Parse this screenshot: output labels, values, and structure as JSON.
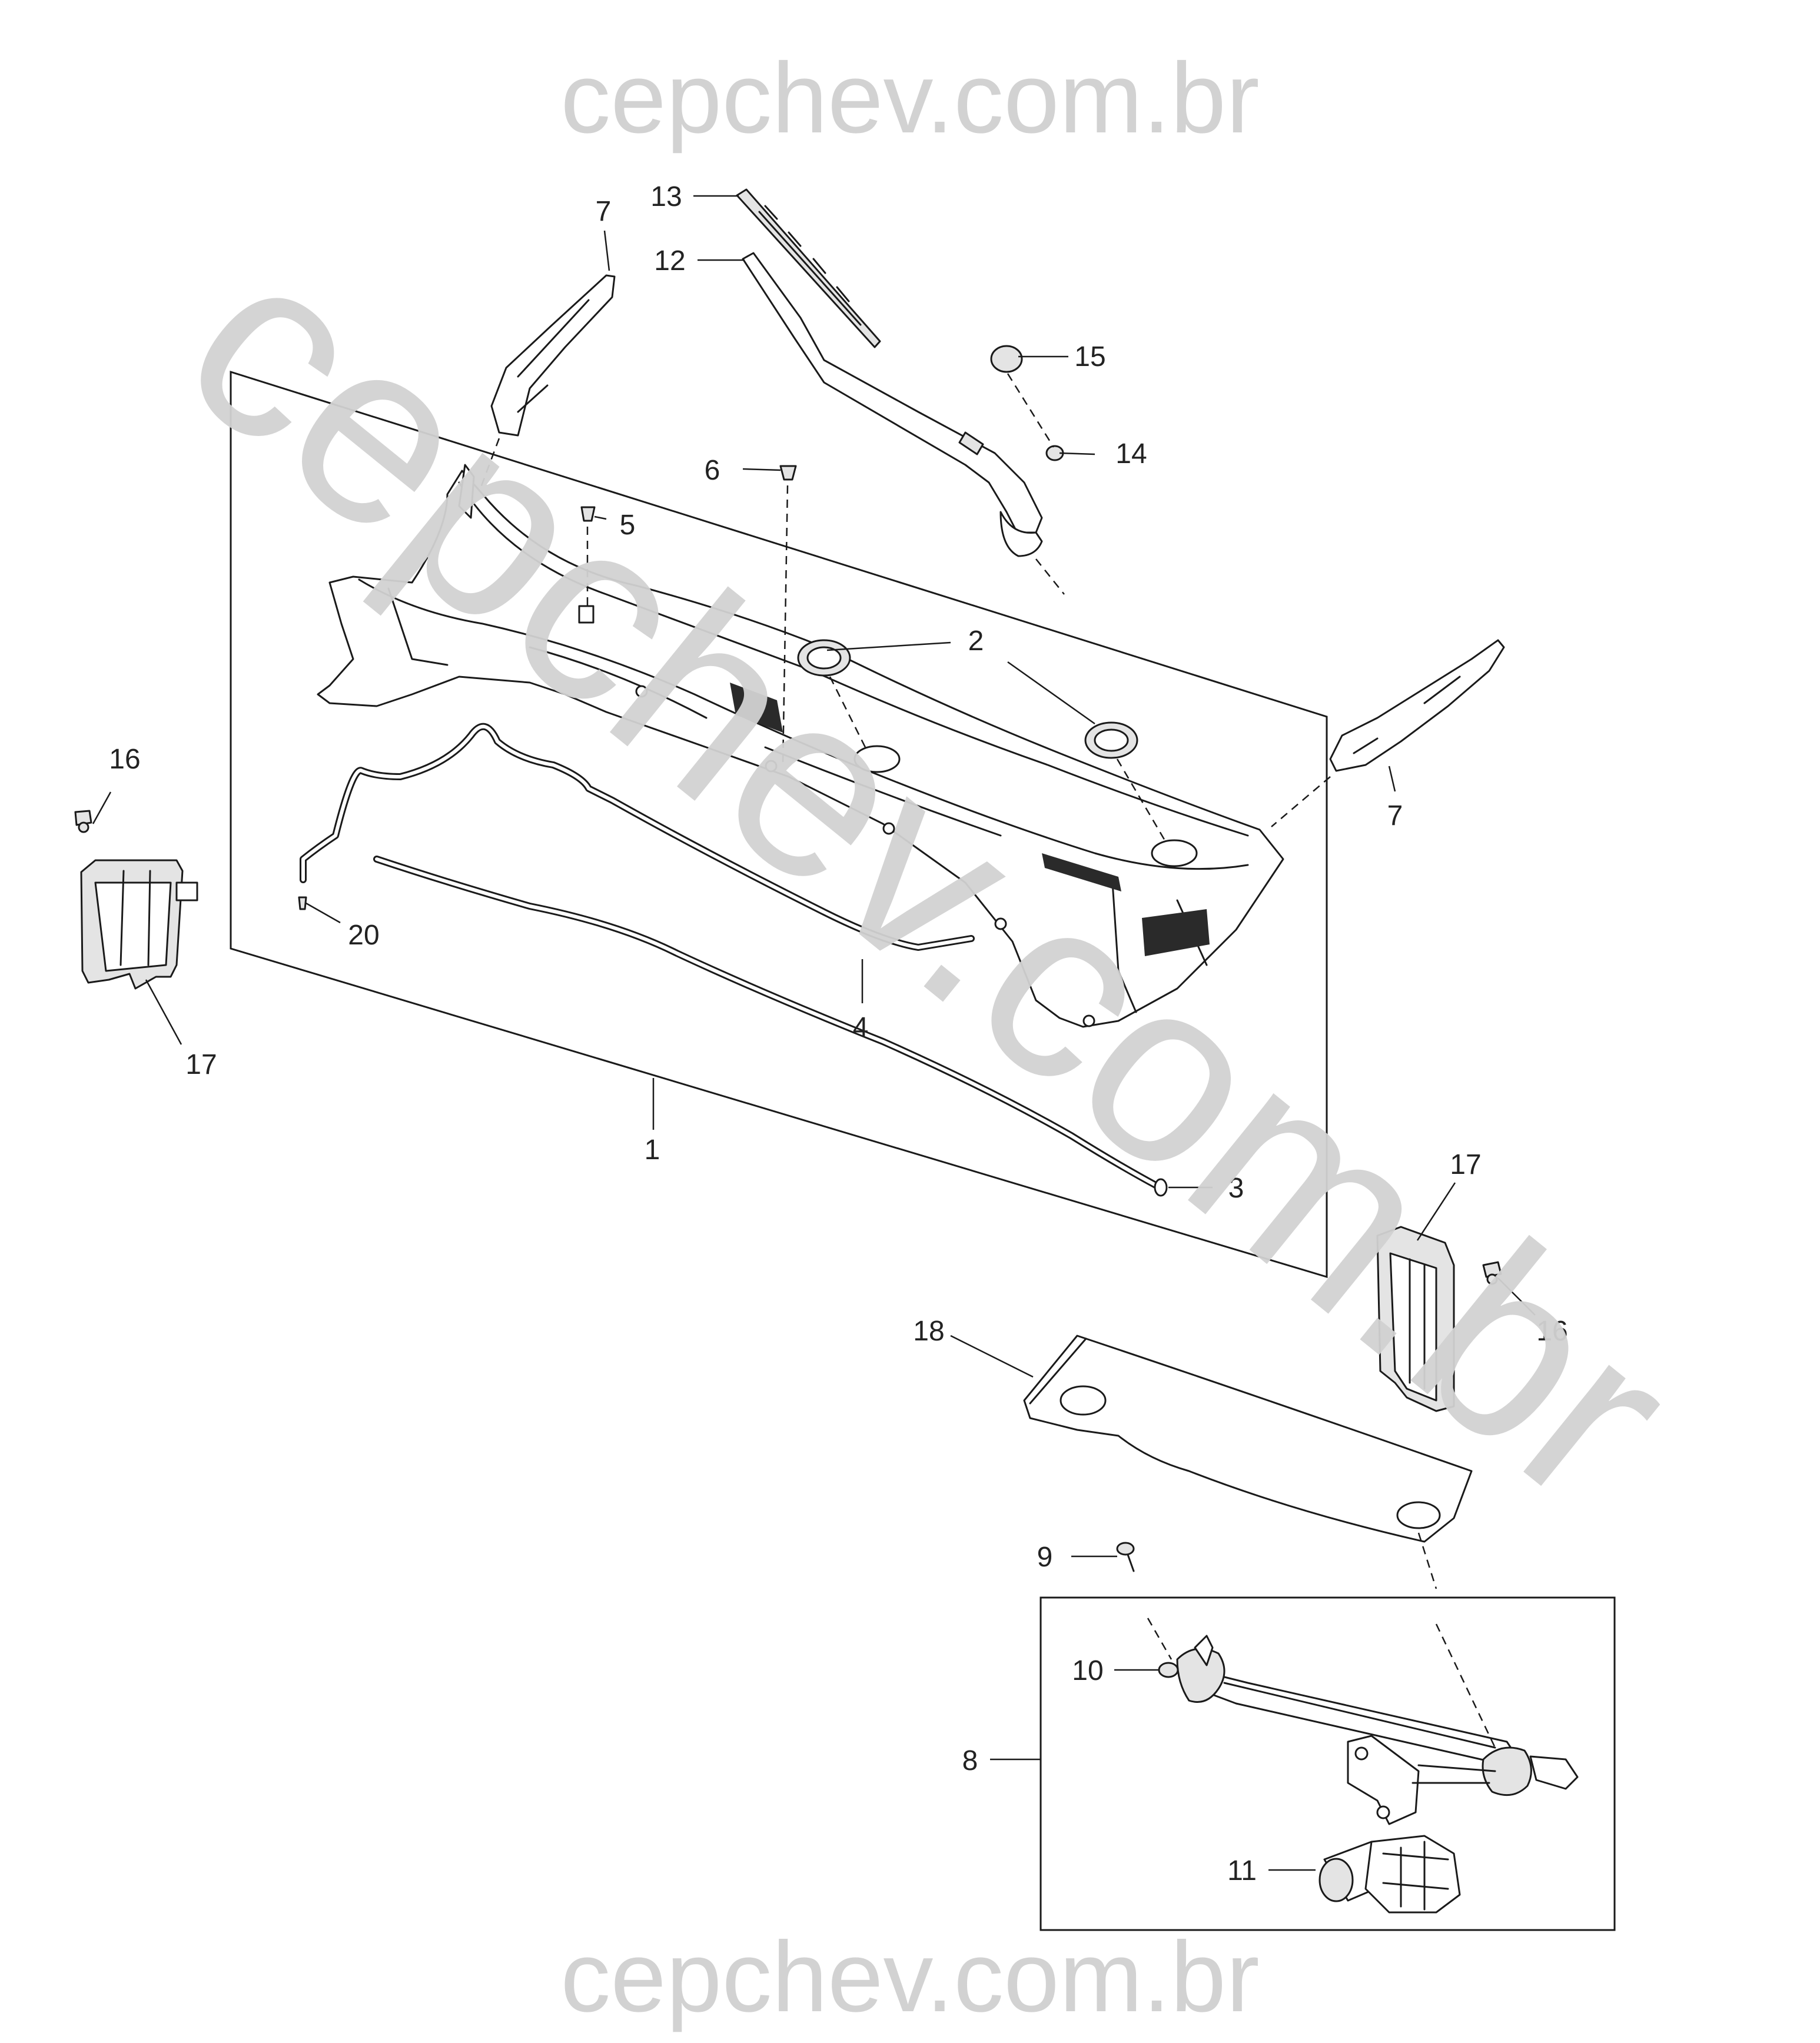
{
  "watermark": {
    "top": "cepchev.com.br",
    "diagonal": "cepchev.com.br",
    "bottom": "cepchev.com.br"
  },
  "callouts": {
    "p1": "1",
    "p2": "2",
    "p3": "3",
    "p4": "4",
    "p5": "5",
    "p6": "6",
    "p7a": "7",
    "p7b": "7",
    "p8": "8",
    "p9": "9",
    "p10": "10",
    "p11": "11",
    "p12": "12",
    "p13": "13",
    "p14": "14",
    "p15": "15",
    "p16a": "16",
    "p16b": "16",
    "p17a": "17",
    "p17b": "17",
    "p18": "18",
    "p20": "20"
  }
}
